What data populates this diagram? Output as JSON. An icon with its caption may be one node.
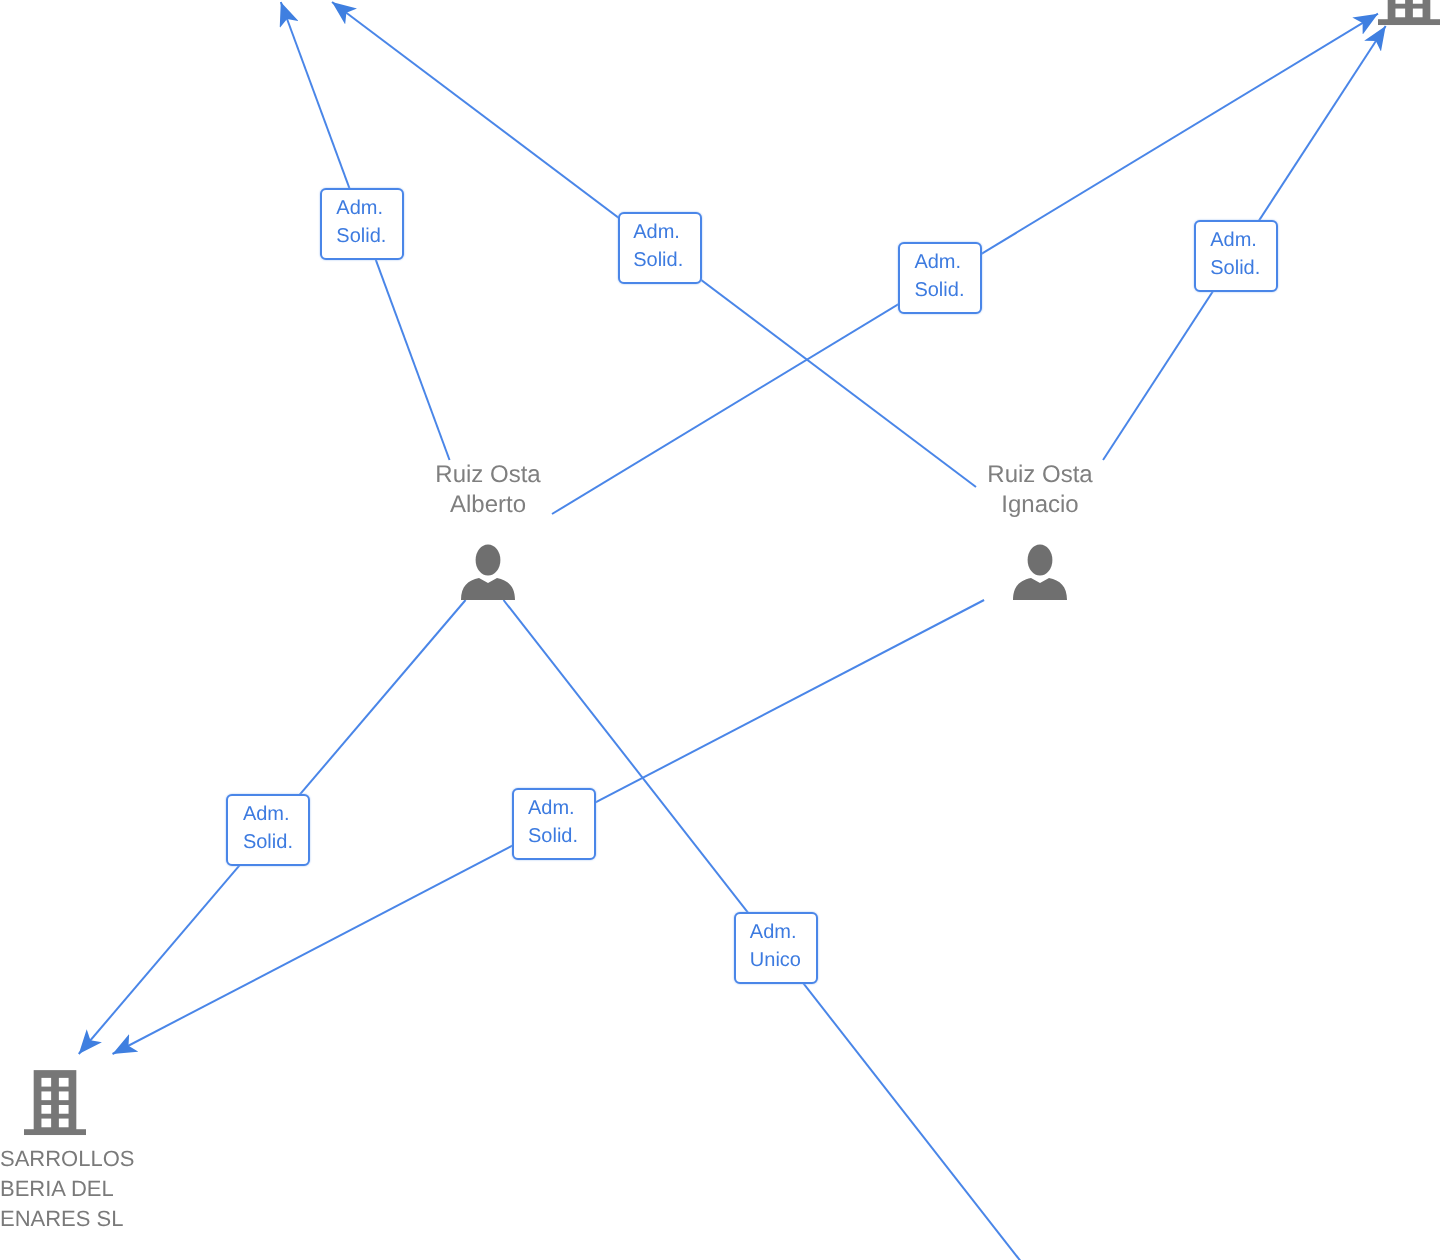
{
  "diagram": {
    "nodes": [
      {
        "text": [],
        "shape": "picture"
      },
      {
        "text": [
          "Ruiz Osta Alberto"
        ]
      },
      {
        "text": [
          "Ruiz Osta Ignacio"
        ]
      },
      {
        "text": [
          "SARROLLOS BERIA DEL ENARES SL"
        ]
      }
    ],
    "edges": [
      {
        "from": 1,
        "to": null,
        "arrow": "to",
        "label": "Adm. Solid."
      },
      {
        "from": 2,
        "to": null,
        "arrow": "to",
        "label": "Adm. Solid."
      },
      {
        "from": 1,
        "to": 0,
        "arrow": "to",
        "label": "Adm. Solid."
      },
      {
        "from": 2,
        "to": 0,
        "arrow": "to",
        "label": "Adm. Solid."
      },
      {
        "from": 1,
        "to": 3,
        "arrow": "to",
        "label": "Adm. Solid."
      },
      {
        "from": 2,
        "to": 3,
        "arrow": "to",
        "label": "Adm. Solid."
      },
      {
        "from": 1,
        "to": null,
        "arrow": "none",
        "label": "Adm. Unico"
      }
    ]
  }
}
